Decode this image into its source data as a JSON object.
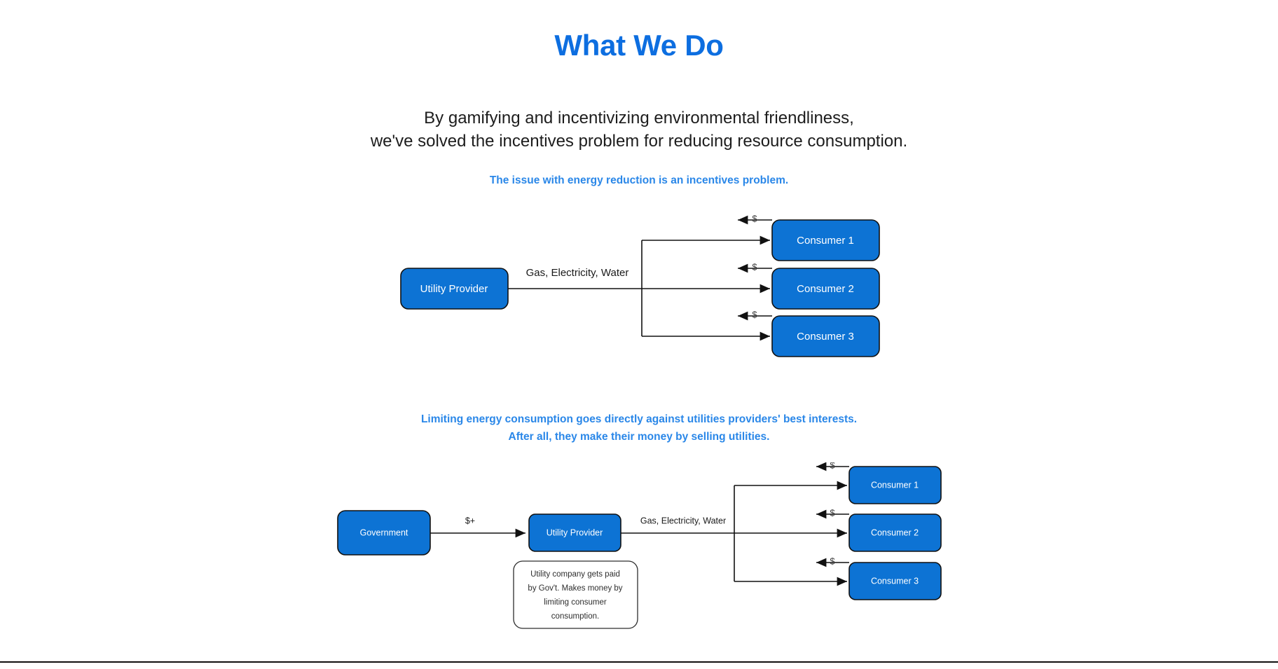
{
  "header": {
    "title": "What We Do"
  },
  "lede": {
    "line1": "By gamifying and incentivizing environmental friendliness,",
    "line2": "we've solved the incentives problem for reducing resource consumption."
  },
  "captions": {
    "first": "The issue with energy reduction is an incentives problem.",
    "second_line1": "Limiting energy consumption goes directly against utilities providers' best interests.",
    "second_line2": "After all, they make their money by selling utilities."
  },
  "colors": {
    "title_blue": "#0d6ee0",
    "caption_blue": "#2a87e8",
    "node_fill": "#0d73d4",
    "node_stroke": "#111111",
    "node_text": "#ffffff",
    "edge_stroke": "#111111",
    "body_text": "#1d1d1d",
    "background": "#ffffff"
  },
  "diagram_1": {
    "name": "current-state-utility-to-consumers",
    "nodes": {
      "utility_provider": "Utility Provider",
      "consumer_1": "Consumer 1",
      "consumer_2": "Consumer 2",
      "consumer_3": "Consumer 3"
    },
    "edges": {
      "service_label": "Gas, Electricity, Water",
      "payment_label_1": "$",
      "payment_label_2": "$",
      "payment_label_3": "$"
    }
  },
  "diagram_2": {
    "name": "proposed-state-government-pays-utility",
    "nodes": {
      "government": "Government",
      "utility_provider": "Utility Provider",
      "consumer_1": "Consumer 1",
      "consumer_2": "Consumer 2",
      "consumer_3": "Consumer 3"
    },
    "edges": {
      "subsidy_label": "$+",
      "service_label": "Gas, Electricity, Water",
      "payment_label_1": "$",
      "payment_label_2": "$",
      "payment_label_3": "$"
    },
    "note": {
      "line1": "Utility company gets paid",
      "line2": "by Gov't. Makes money by",
      "line3": "limiting consumer",
      "line4": "consumption."
    }
  }
}
